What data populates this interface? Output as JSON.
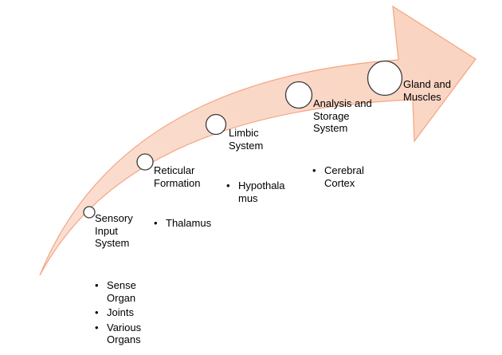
{
  "diagram": {
    "stages": [
      {
        "label": "Sensory\nInput\nSystem",
        "bullets": [
          "Sense\nOrgan",
          "Joints",
          "Various\nOrgans"
        ]
      },
      {
        "label": "Reticular\nFormation",
        "bullets": [
          "Thalamus"
        ]
      },
      {
        "label": "Limbic\nSystem",
        "bullets": [
          "Hypothala\nmus"
        ]
      },
      {
        "label": "Analysis and\nStorage\nSystem",
        "bullets": [
          "Cerebral\nCortex"
        ]
      },
      {
        "label": "Gland and\nMuscles",
        "bullets": []
      }
    ],
    "colors": {
      "arrow_fill": "#fad7c6",
      "arrow_stroke": "#f4a582",
      "node_fill": "#ffffff",
      "node_stroke": "#3a3a3a"
    }
  }
}
